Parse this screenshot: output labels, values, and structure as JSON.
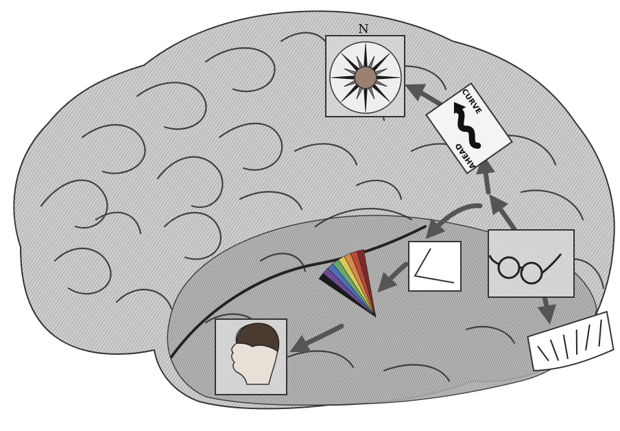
{
  "figure": {
    "compass_label": "N",
    "sign_text_top": "CURVE",
    "sign_text_bottom": "AHEAD"
  },
  "panels": [
    {
      "id": "compass",
      "icon": "compass-rose-icon"
    },
    {
      "id": "curve-sign",
      "icon": "curve-ahead-sign-icon"
    },
    {
      "id": "glasses",
      "icon": "eyeglasses-icon"
    },
    {
      "id": "angle",
      "icon": "angle-lines-icon"
    },
    {
      "id": "color-fan",
      "icon": "color-fan-icon"
    },
    {
      "id": "face-profile",
      "icon": "face-profile-icon"
    },
    {
      "id": "edge-lines",
      "icon": "oriented-lines-icon"
    }
  ],
  "colors": {
    "brain_fill": "#c9c9c9",
    "brain_shadow": "#7a7a7a",
    "panel_bg": "#d8d8d8",
    "arrow": "#5a5a5a",
    "compass_center": "#9a8070",
    "fan_colors": [
      "#1a1a1a",
      "#6b4a9a",
      "#4a6fb3",
      "#6aa86a",
      "#d9c95a",
      "#d98a4a",
      "#b84a3a",
      "#7a2a2a"
    ]
  }
}
